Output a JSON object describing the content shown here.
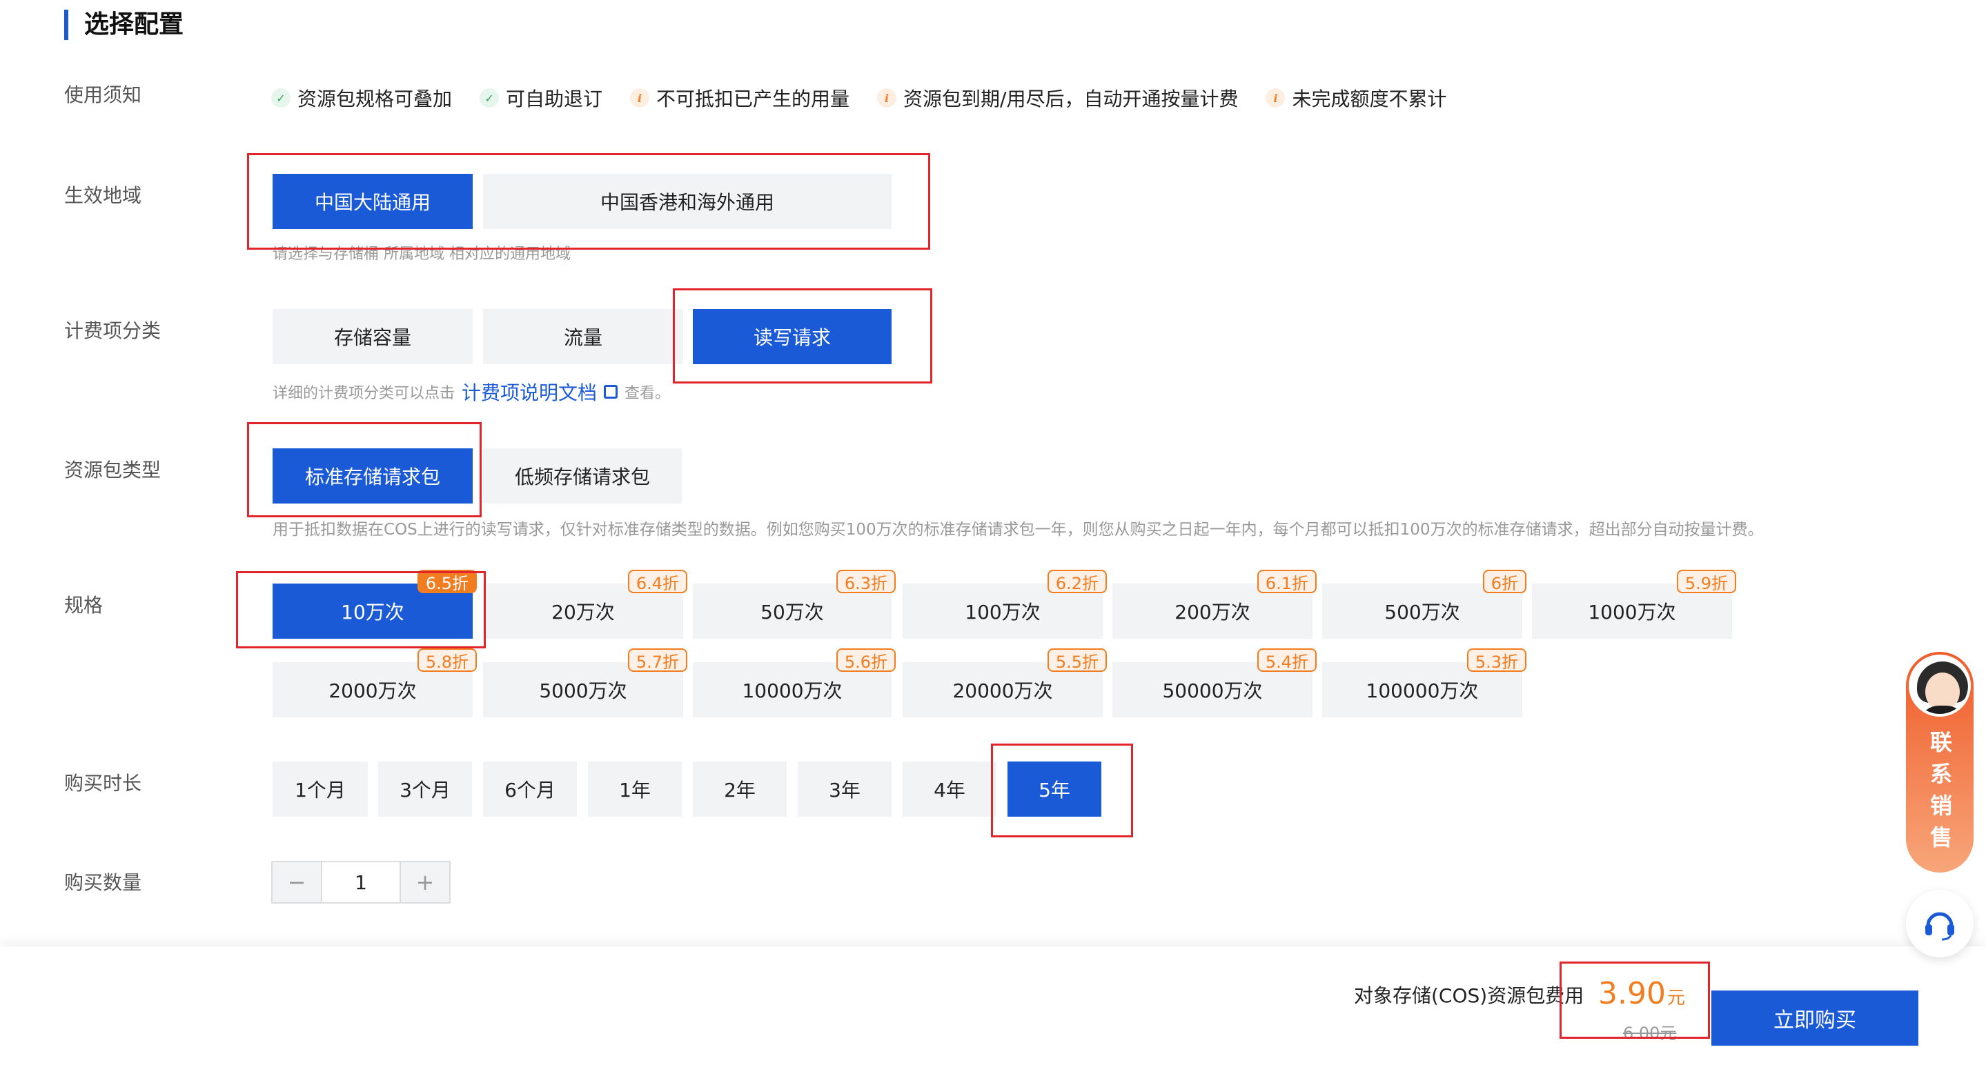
{
  "section": {
    "title": "选择配置"
  },
  "labels": {
    "notice": "使用须知",
    "region": "生效地域",
    "billing": "计费项分类",
    "package_type": "资源包类型",
    "spec": "规格",
    "duration": "购买时长",
    "quantity": "购买数量"
  },
  "notices": [
    {
      "icon": "check-icon",
      "text": "资源包规格可叠加"
    },
    {
      "icon": "check-icon",
      "text": "可自助退订"
    },
    {
      "icon": "info-icon",
      "text": "不可抵扣已产生的用量"
    },
    {
      "icon": "info-icon",
      "text": "资源包到期/用尽后，自动开通按量计费"
    },
    {
      "icon": "info-icon",
      "text": "未完成额度不累计"
    }
  ],
  "region": {
    "options": [
      "中国大陆通用",
      "中国香港和海外通用"
    ],
    "selected": 0,
    "hint": "请选择与存储桶 所属地域 相对应的通用地域"
  },
  "billing": {
    "options": [
      "存储容量",
      "流量",
      "读写请求"
    ],
    "selected": 2,
    "hint_prefix": "详细的计费项分类可以点击",
    "hint_link": "计费项说明文档",
    "hint_suffix": "查看。"
  },
  "package_type": {
    "options": [
      "标准存储请求包",
      "低频存储请求包"
    ],
    "selected": 0,
    "hint": "用于抵扣数据在COS上进行的读写请求，仅针对标准存储类型的数据。例如您购买100万次的标准存储请求包一年，则您从购买之日起一年内，每个月都可以抵扣100万次的标准存储请求，超出部分自动按量计费。"
  },
  "spec": {
    "options": [
      {
        "label": "10万次",
        "discount": "6.5折"
      },
      {
        "label": "20万次",
        "discount": "6.4折"
      },
      {
        "label": "50万次",
        "discount": "6.3折"
      },
      {
        "label": "100万次",
        "discount": "6.2折"
      },
      {
        "label": "200万次",
        "discount": "6.1折"
      },
      {
        "label": "500万次",
        "discount": "6折"
      },
      {
        "label": "1000万次",
        "discount": "5.9折"
      },
      {
        "label": "2000万次",
        "discount": "5.8折"
      },
      {
        "label": "5000万次",
        "discount": "5.7折"
      },
      {
        "label": "10000万次",
        "discount": "5.6折"
      },
      {
        "label": "20000万次",
        "discount": "5.5折"
      },
      {
        "label": "50000万次",
        "discount": "5.4折"
      },
      {
        "label": "100000万次",
        "discount": "5.3折"
      }
    ],
    "selected": 0
  },
  "duration": {
    "options": [
      "1个月",
      "3个月",
      "6个月",
      "1年",
      "2年",
      "3年",
      "4年",
      "5年"
    ],
    "selected": 7
  },
  "quantity": {
    "value": "1",
    "minus": "−",
    "plus": "+"
  },
  "footer": {
    "total_label": "对象存储(COS)资源包费用",
    "price": "3.90",
    "unit": "元",
    "old_price": "6.00元",
    "buy_label": "立即购买"
  },
  "sales": {
    "label": "联系销售"
  },
  "colors": {
    "primary": "#1a5ad7",
    "accent": "#f27d21",
    "highlight": "#e0262a"
  }
}
